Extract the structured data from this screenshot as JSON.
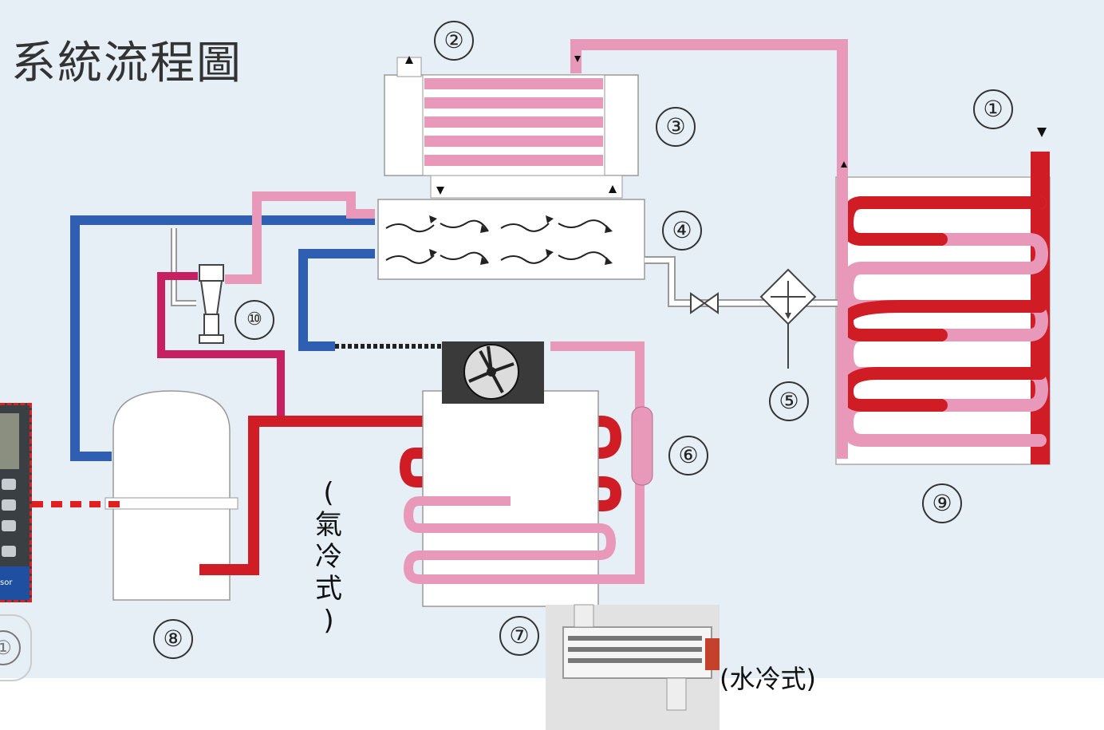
{
  "diagram": {
    "title": "系統流程圖",
    "labels": {
      "n1": "①",
      "n2": "②",
      "n3": "③",
      "n4": "④",
      "n5": "⑤",
      "n6": "⑥",
      "n7": "⑦",
      "n8": "⑧",
      "n9": "⑨",
      "n10": "⑩"
    },
    "air_cooled": "(氣冷式)",
    "water_cooled": "(水冷式)",
    "inset_text": "sor",
    "side_number": "①"
  },
  "colors": {
    "background": "#e6eef6",
    "pink": "#e898b8",
    "red": "#d01c24",
    "blue": "#2f5fb0",
    "magenta": "#c81e62",
    "outline": "#777777"
  }
}
